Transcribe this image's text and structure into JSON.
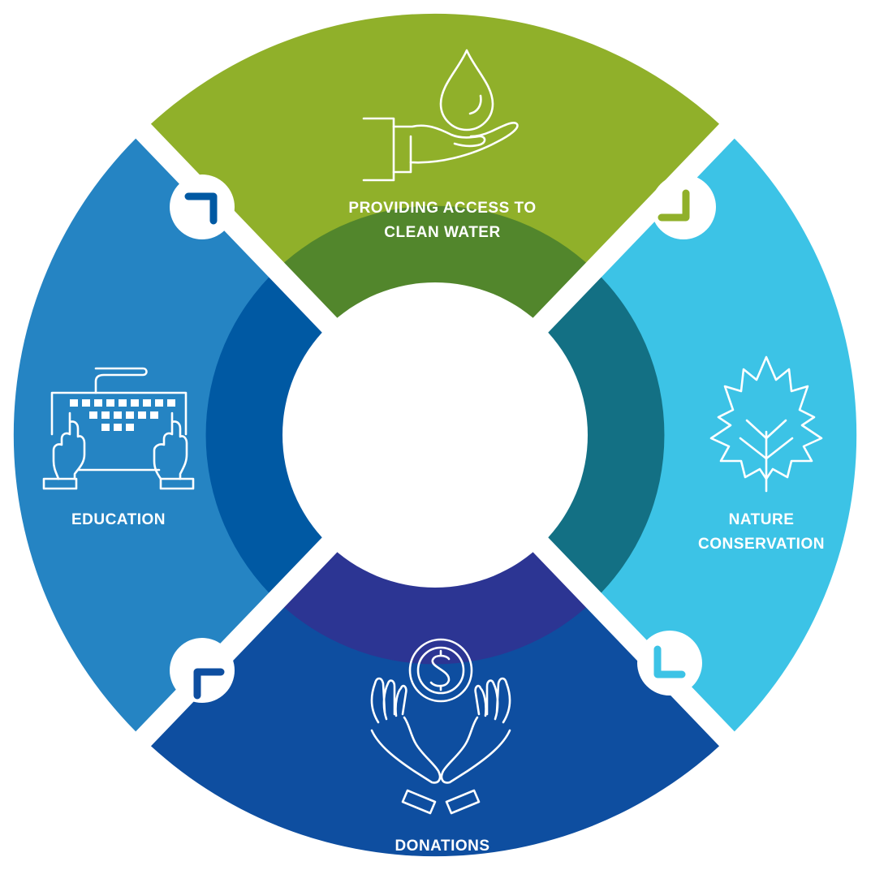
{
  "segments": {
    "top": {
      "label_line1": "PROVIDING ACCESS TO",
      "label_line2": "CLEAN WATER",
      "icon": "water-drop-hand-icon",
      "outer_color": "#90b02a",
      "inner_color": "#52862c",
      "corner_mark_color": "#90b02a"
    },
    "right": {
      "label_line1": "NATURE",
      "label_line2": "CONSERVATION",
      "icon": "leaf-icon",
      "outer_color": "#3cc3e6",
      "inner_color": "#137084",
      "corner_mark_color": "#3cc3e6"
    },
    "bottom": {
      "label_line1": "DONATIONS",
      "icon": "coin-hands-icon",
      "outer_color": "#0e4ea0",
      "inner_color": "#2c3593",
      "corner_mark_color": "#0e4ea0"
    },
    "left": {
      "label_line1": "EDUCATION",
      "icon": "keyboard-hands-icon",
      "outer_color": "#2584c3",
      "inner_color": "#0059a3",
      "corner_mark_color": "#0059a3"
    }
  },
  "center_color": "#ffffff",
  "divider_color": "#ffffff"
}
